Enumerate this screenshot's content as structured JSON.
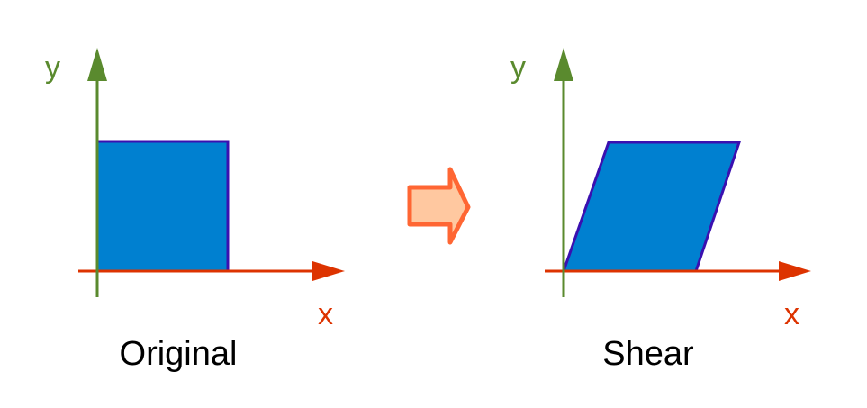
{
  "colors": {
    "y_axis": "#5a8a2e",
    "x_axis": "#dd3300",
    "shape_fill": "#0080d0",
    "shape_stroke": "#3a10b0",
    "arrow_fill": "#ffc8a0",
    "arrow_stroke": "#ff6633"
  },
  "left_panel": {
    "y_label": "y",
    "x_label": "x",
    "caption": "Original",
    "shape": "square"
  },
  "transition": {
    "icon": "right-arrow-icon"
  },
  "right_panel": {
    "y_label": "y",
    "x_label": "x",
    "caption": "Shear",
    "shape": "parallelogram"
  }
}
